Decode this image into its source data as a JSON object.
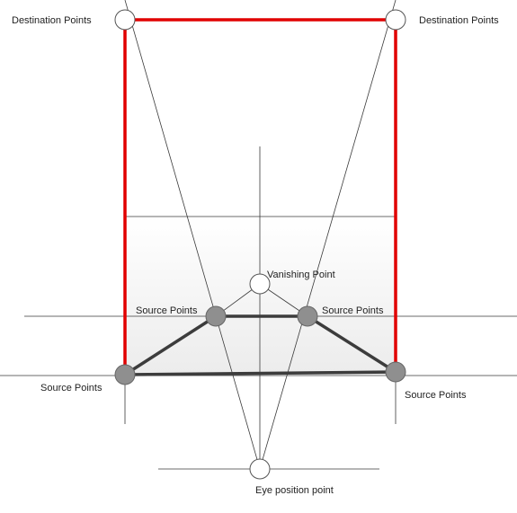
{
  "diagram": {
    "labels": {
      "destination_left": "Destination Points",
      "destination_right": "Destination Points",
      "vanishing": "Vanishing Point",
      "source_upper_left": "Source Points",
      "source_upper_right": "Source Points",
      "source_lower_left": "Source Points",
      "source_lower_right": "Source Points",
      "eye": "Eye position point"
    },
    "colors": {
      "destination_rect": "#e10000",
      "source_quad": "#3c3c3c",
      "construction_lines": "#3a3a3a",
      "shaded_plane_top": "#ffffff",
      "shaded_plane_bottom": "#ececec",
      "source_point_fill": "#8f8f8f",
      "hollow_point_fill": "#ffffff"
    }
  }
}
